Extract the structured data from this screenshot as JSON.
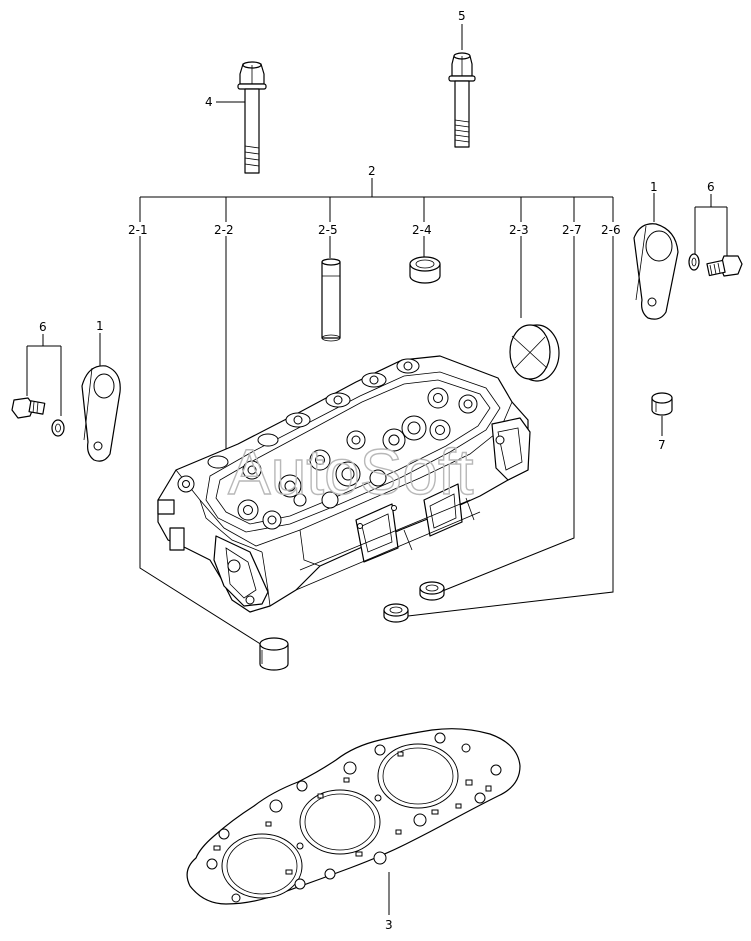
{
  "watermark": "AutoSoft",
  "callouts": {
    "c1_right": "1",
    "c6_right": "6",
    "c2": "2",
    "c2_1": "2-1",
    "c2_2": "2-2",
    "c2_5": "2-5",
    "c2_4": "2-4",
    "c2_3": "2-3",
    "c2_7": "2-7",
    "c2_6": "2-6",
    "c4": "4",
    "c5": "5",
    "c6_left": "6",
    "c1_left": "1",
    "c7": "7",
    "c3": "3"
  }
}
